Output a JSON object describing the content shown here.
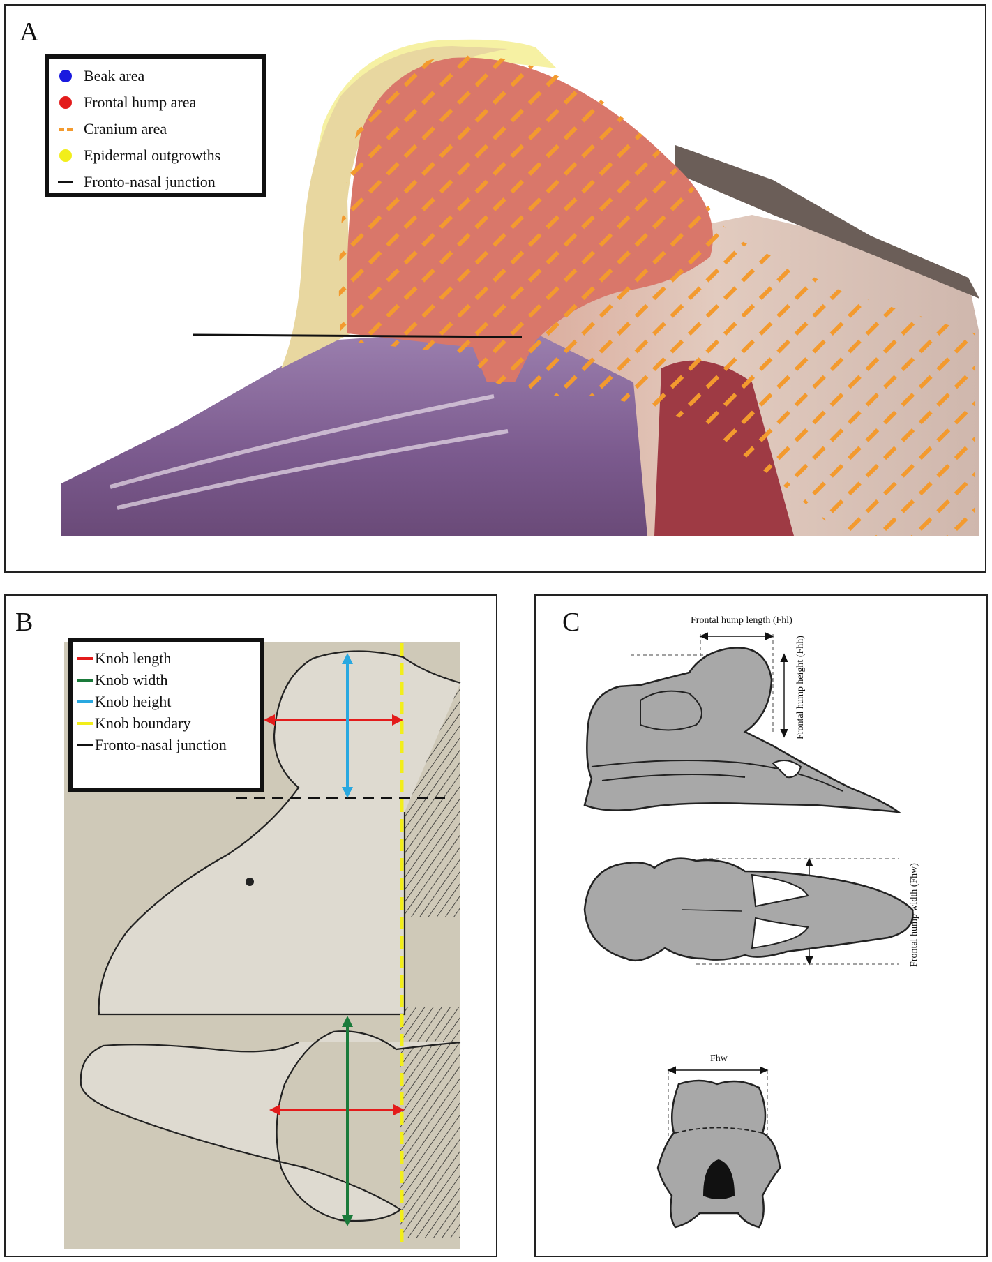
{
  "panel_a": {
    "letter": "A",
    "legend": [
      {
        "label": "Beak area",
        "marker": "dot",
        "color": "#1a1adf"
      },
      {
        "label": "Frontal hump area",
        "marker": "dot",
        "color": "#e31b1b"
      },
      {
        "label": "Cranium area",
        "marker": "dash",
        "color": "#f39a2e"
      },
      {
        "label": "Epidermal outgrowths",
        "marker": "dot",
        "color": "#f2ee1a"
      },
      {
        "label": "Fronto-nasal junction",
        "marker": "line",
        "color": "#111111"
      }
    ]
  },
  "panel_b": {
    "letter": "B",
    "legend": [
      {
        "label": "Knob length",
        "color": "#e31b1b"
      },
      {
        "label": "Knob width",
        "color": "#1a7a3a"
      },
      {
        "label": "Knob height",
        "color": "#29a8e0"
      },
      {
        "label": "Knob boundary",
        "color": "#f2ee1a"
      },
      {
        "label": "Fronto-nasal junction",
        "color": "#111111"
      }
    ]
  },
  "panel_c": {
    "letter": "C",
    "fhl_label": "Frontal hump length (Fhl)",
    "fhh_label": "Frontal hump height (Fhh)",
    "fhw_label_side": "Frontal hump width (Fhw)",
    "fhw_label_front": "Fhw"
  },
  "colors": {
    "hump_tissue": "#d9776a",
    "fat_layer": "#e8d7a0",
    "beak_tissue": "#8a6a9a",
    "paper": "#cfc9b8",
    "skull_fill": "#a8a8a8"
  }
}
